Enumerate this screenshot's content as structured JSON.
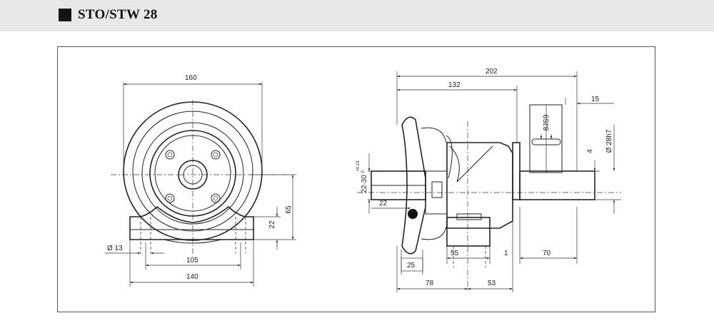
{
  "header": {
    "title": "STO/STW 28"
  },
  "dimensions": {
    "front_width": "160",
    "front_height": "65",
    "front_offset": "22",
    "hole_dia": "Ø 13",
    "hole_spacing": "105",
    "base_width": "140",
    "total_length": "202",
    "body_length": "132",
    "key_width": "15",
    "key_tol": "8JS9",
    "key_depth": "4",
    "shaft_dia": "Ø 28h7",
    "handle_range": "22-30",
    "handle_tol_upper": "+0.15",
    "handle_tol_lower": "0",
    "handle_offset": "22",
    "hub_width": "25",
    "mount_width": "55",
    "gap": "1",
    "shaft_length": "70",
    "left_part": "78",
    "right_part": "53"
  },
  "colors": {
    "header_bg": "#e8e8e8",
    "line": "#222222"
  }
}
